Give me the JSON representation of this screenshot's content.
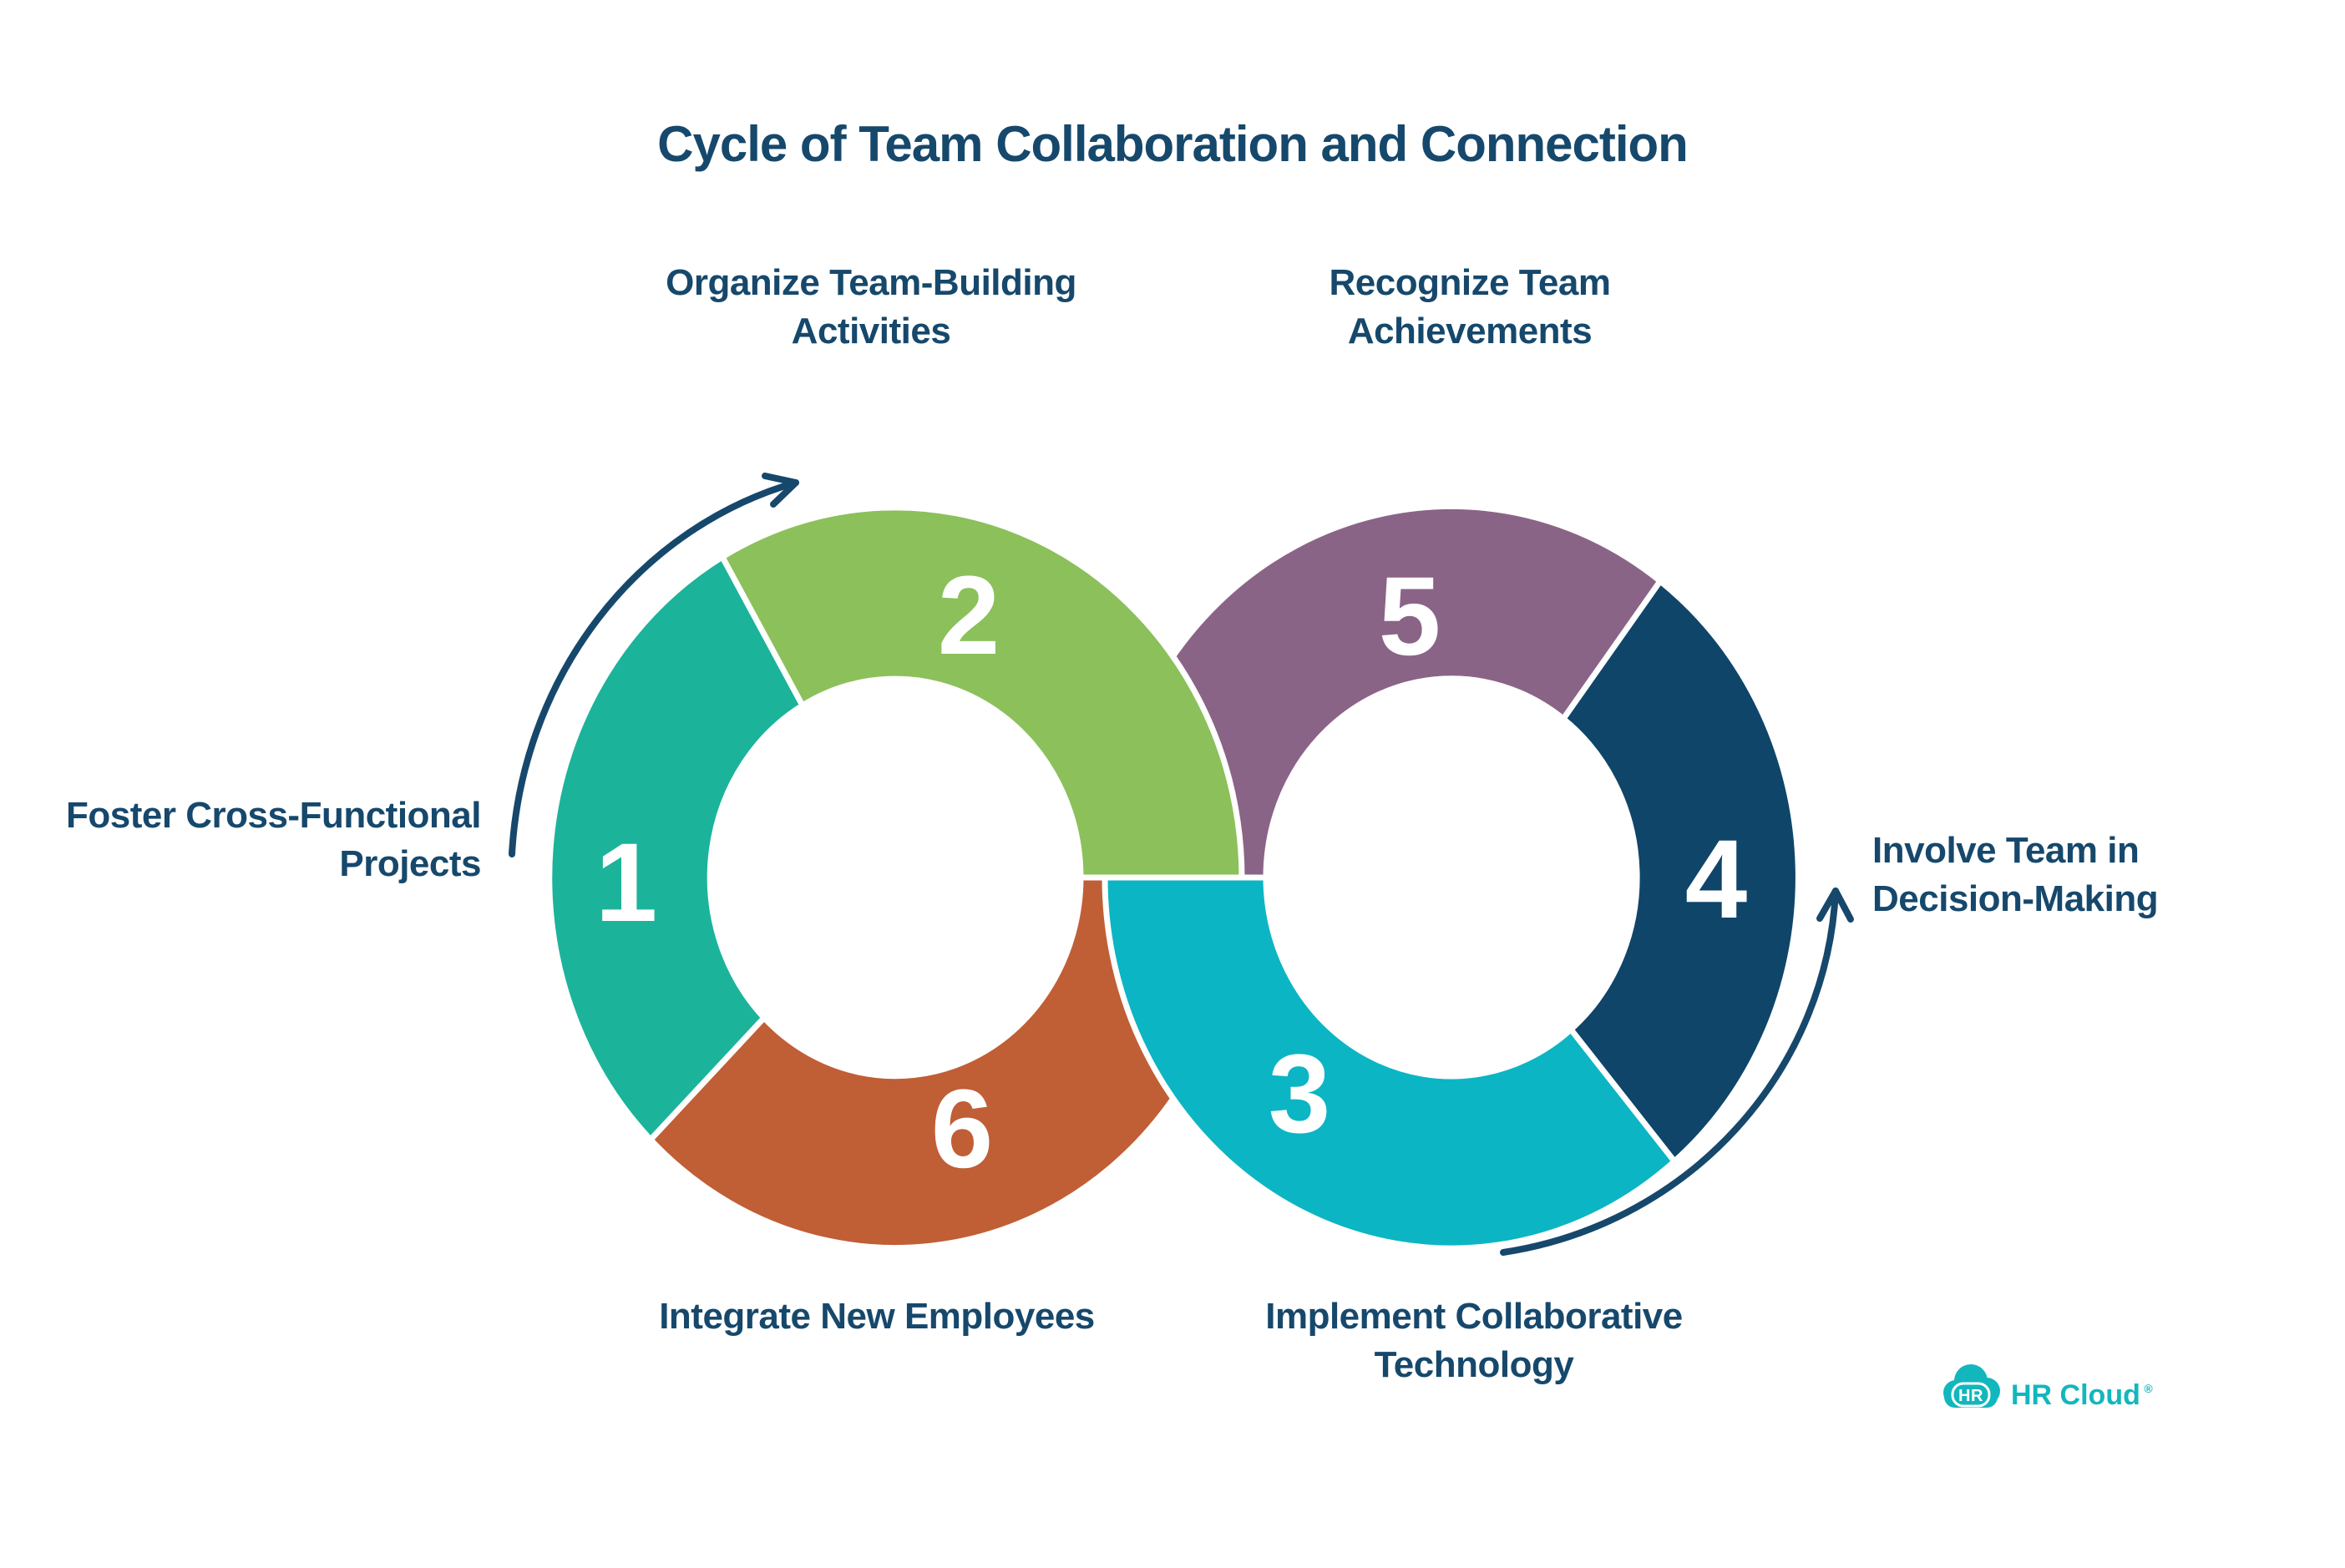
{
  "title": "Cycle of Team Collaboration and Connection",
  "steps": [
    {
      "number": "1",
      "label": "Foster Cross-Functional Projects",
      "color": "#1CB39B"
    },
    {
      "number": "2",
      "label": "Organize Team-Building Activities",
      "color": "#8BC05B"
    },
    {
      "number": "3",
      "label": "Implement Collaborative Technology",
      "color": "#0CB5C3"
    },
    {
      "number": "4",
      "label": "Involve Team in Decision-Making",
      "color": "#0F4569"
    },
    {
      "number": "5",
      "label": "Recognize Team Achievements",
      "color": "#8A6486"
    },
    {
      "number": "6",
      "label": "Integrate New Employees",
      "color": "#C05E36"
    }
  ],
  "diagram": {
    "arrow_color": "#16486C",
    "label_color": "#16486C",
    "number_color": "#FFFFFF",
    "gap_color": "#FFFFFF"
  },
  "logo": {
    "badge_text": "HR",
    "name": "HR Cloud",
    "registered": "®",
    "color": "#12B7BD"
  }
}
